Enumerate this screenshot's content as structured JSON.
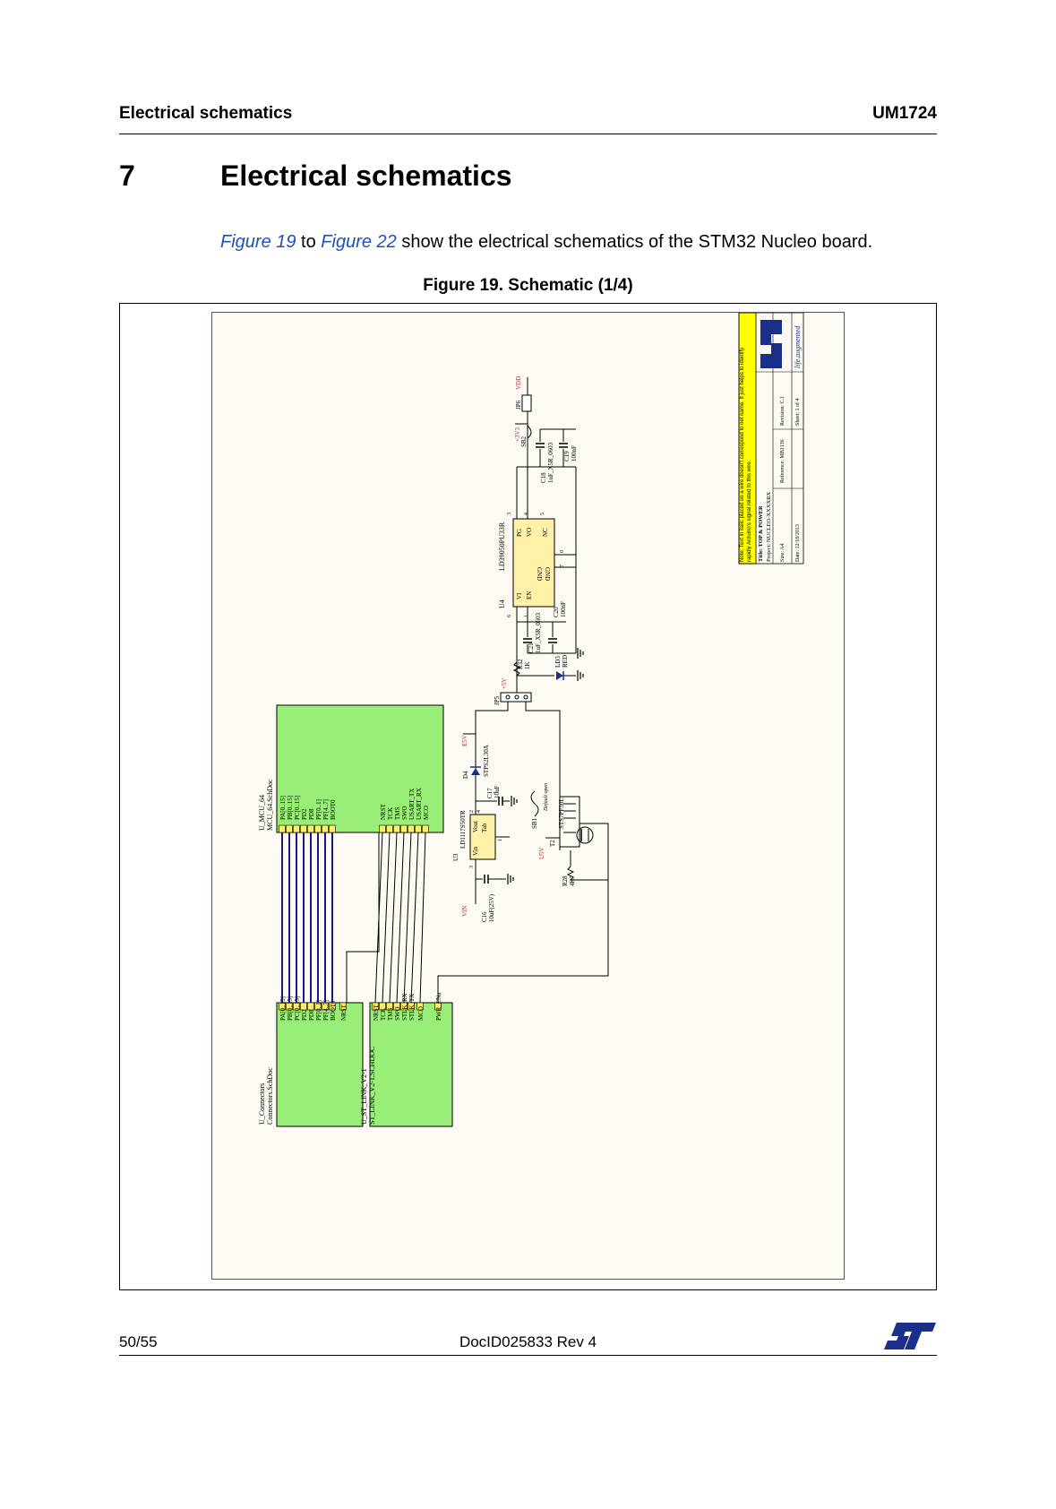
{
  "header": {
    "left": "Electrical schematics",
    "right": "UM1724"
  },
  "section": {
    "number": "7",
    "title": "Electrical schematics"
  },
  "intro": {
    "link1": "Figure 19",
    "mid1": " to ",
    "link2": "Figure 22",
    "rest": " show the electrical schematics of the STM32 Nucleo board."
  },
  "figure": {
    "caption": "Figure 19. Schematic (1/4)"
  },
  "schematic": {
    "mcu_block": {
      "designator": "U_MCU_64",
      "file": "MCU_64.SchDoc",
      "ports_left": [
        "PA[0..15]",
        "PB[0..15]",
        "PC[0..15]",
        "PD2",
        "PD8",
        "PF[0..1]",
        "PF[4..7]",
        "BOOT0"
      ],
      "ports_right": [
        "NRST",
        "TCK",
        "TMS",
        "SWO",
        "USART_TX",
        "USART_RX",
        "MCO"
      ]
    },
    "connectors_block": {
      "designator": "U_Connectors",
      "file": "Connectors.SchDoc",
      "ports": [
        "PA[0..15]",
        "PB[0..15]",
        "PC[0..15]",
        "PD2",
        "PD8",
        "PF[0..1]",
        "PF[4..7]",
        "BOOT0",
        "NRST"
      ]
    },
    "stlink_block": {
      "designator": "U_ST_LINK_V2-1",
      "file": "ST_LINK_V2-1.SCHDOC",
      "ports": [
        "NRST",
        "TCK",
        "TMS",
        "SWO",
        "STLK_RX",
        "STLK_TX",
        "MCO",
        "PWR_ENn"
      ]
    },
    "parts": {
      "u4": "U4",
      "u4_part": "LD39050PU33R",
      "u4_pins": [
        "VI",
        "EN",
        "GND",
        "GND",
        "PG",
        "VO",
        "NC"
      ],
      "u4_pin_nums": [
        "6",
        "1",
        "7",
        "0",
        "3",
        "4",
        "5"
      ],
      "u3": "U3",
      "u3_part": "LD1117S50TR",
      "u3_pins": [
        "Vin",
        "Vout",
        "Tab"
      ],
      "u3_pin_nums": [
        "3",
        "2",
        "4",
        "1"
      ],
      "c16": "C16",
      "c16_val": "10uF(25V)",
      "c17": "C17",
      "c17_val": "10uF",
      "c18": "C18",
      "c18_val": "1uF_X5R_0603",
      "c19": "C19",
      "c19_val": "100nF",
      "c20": "C20",
      "c20_val": "100nF",
      "c21": "C21",
      "c21_val": "1uF_X5R_0603",
      "r32": "R32",
      "r32_val": "1K",
      "r28": "R28",
      "r28_val": "4K7",
      "ld3": "LD3",
      "ld3_val": "RED",
      "d4": "D4",
      "d4_part": "STPS2L30A",
      "t2": "T2",
      "t2_part": "STS7PF30L",
      "sb1": "SB1",
      "sb1_note": "Default open",
      "sb2": "SB2",
      "jp5": "JP5",
      "jp6": "JP6",
      "nets": [
        "VIN",
        "E5V",
        "+5V",
        "U5V",
        "+3V3",
        "VDD"
      ]
    },
    "title_block": {
      "note": "Note: Text in italic placed on a wire doesn't correspond to net name. It just helps to identify rapidly Arduino's signal related to this wire.",
      "title": "Title: TOP & POWER",
      "project": "Project: NUCLEO-XXXXRX",
      "size": "Size: A4",
      "reference": "Reference: MB1136",
      "revision": "Revision: C.1",
      "date": "Date: 12/18/2013",
      "sheet": "Sheet: 1 of 4",
      "tagline": "life.augmented"
    }
  },
  "footer": {
    "page": "50/55",
    "doc": "DocID025833 Rev 4"
  }
}
